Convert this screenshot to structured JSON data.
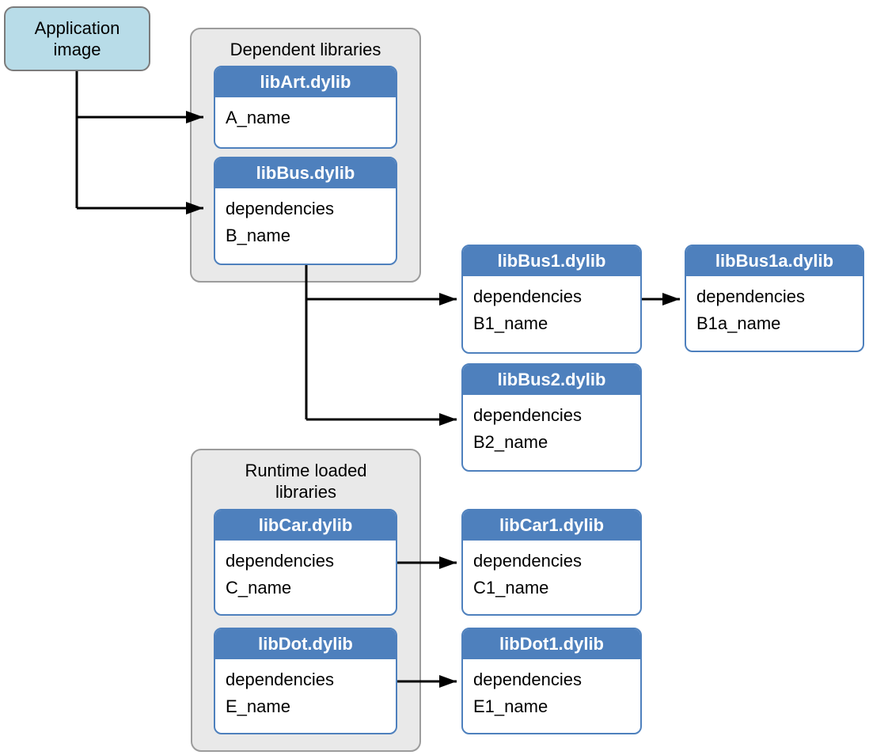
{
  "app_box": {
    "label": "Application image"
  },
  "groups": {
    "dependent": {
      "title": "Dependent libraries"
    },
    "runtime": {
      "title": "Runtime loaded libraries"
    }
  },
  "nodes": {
    "libArt": {
      "title": "libArt.dylib",
      "lines": [
        "A_name"
      ]
    },
    "libBus": {
      "title": "libBus.dylib",
      "lines": [
        "dependencies",
        "B_name"
      ]
    },
    "libBus1": {
      "title": "libBus1.dylib",
      "lines": [
        "dependencies",
        "B1_name"
      ]
    },
    "libBus1a": {
      "title": "libBus1a.dylib",
      "lines": [
        "dependencies",
        "B1a_name"
      ]
    },
    "libBus2": {
      "title": "libBus2.dylib",
      "lines": [
        "dependencies",
        "B2_name"
      ]
    },
    "libCar": {
      "title": "libCar.dylib",
      "lines": [
        "dependencies",
        "C_name"
      ]
    },
    "libCar1": {
      "title": "libCar1.dylib",
      "lines": [
        "dependencies",
        "C1_name"
      ]
    },
    "libDot": {
      "title": "libDot.dylib",
      "lines": [
        "dependencies",
        "E_name"
      ]
    },
    "libDot1": {
      "title": "libDot1.dylib",
      "lines": [
        "dependencies",
        "E1_name"
      ]
    }
  },
  "edges": [
    {
      "from": "Application image",
      "to": "libArt.dylib"
    },
    {
      "from": "Application image",
      "to": "libBus.dylib"
    },
    {
      "from": "libBus.dylib",
      "to": "libBus1.dylib"
    },
    {
      "from": "libBus.dylib",
      "to": "libBus2.dylib"
    },
    {
      "from": "libBus1.dylib",
      "to": "libBus1a.dylib"
    },
    {
      "from": "libCar.dylib",
      "to": "libCar1.dylib"
    },
    {
      "from": "libDot.dylib",
      "to": "libDot1.dylib"
    }
  ],
  "colors": {
    "node_header_blue": "#4e80bd",
    "node_border_blue": "#4e80bd",
    "group_fill": "#e9e9e9",
    "group_border": "#9c9c9c",
    "app_box_fill": "#b8dce8",
    "app_box_border": "#7b7b7b",
    "arrow_black": "#000000",
    "header_text": "#ffffff",
    "body_text": "#000000"
  }
}
